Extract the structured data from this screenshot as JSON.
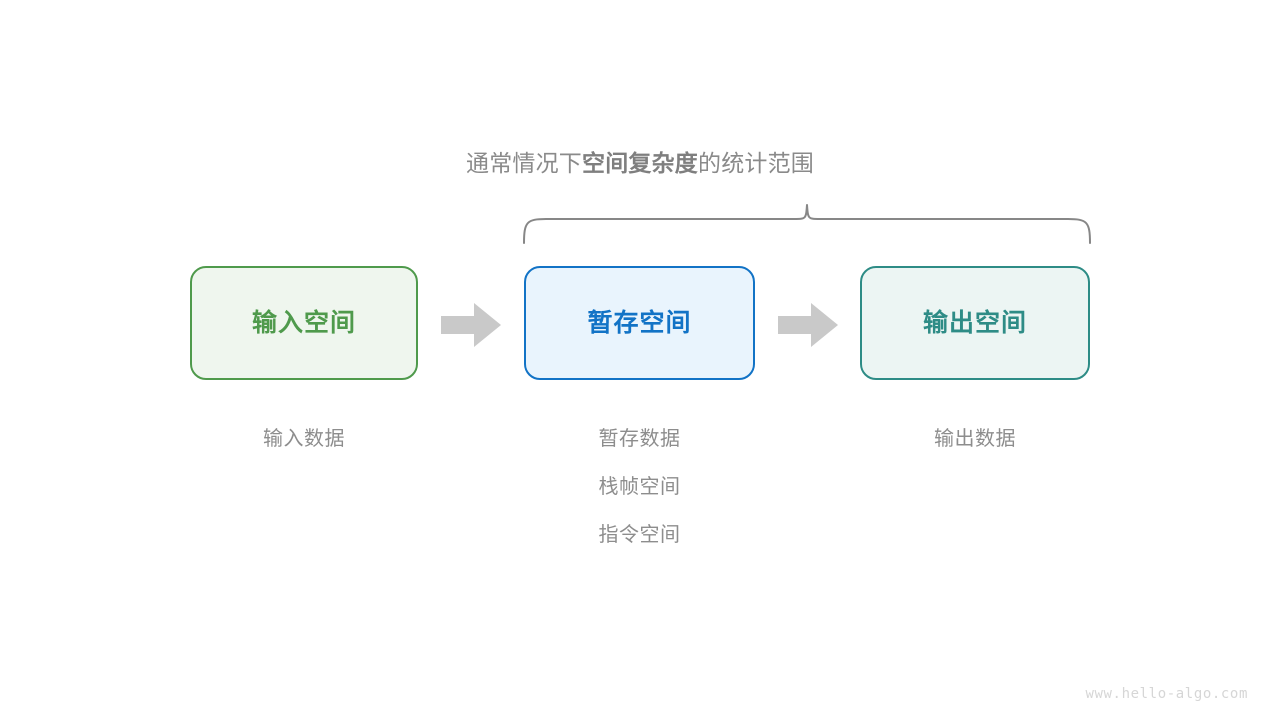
{
  "page": {
    "background": "#ffffff",
    "watermark": "www.hello-algo.com"
  },
  "scope_title": {
    "lead": "通常情况下",
    "emphasis": "空间复杂度",
    "tail": "的统计范围",
    "color": "#8a8a8a"
  },
  "brace": {
    "color": "#878787",
    "spans": [
      "暂存空间",
      "输出空间"
    ]
  },
  "flow": {
    "arrow_color": "#c9c9c9",
    "arrow_1_name": "input-to-buffer",
    "arrow_2_name": "buffer-to-output",
    "stages": [
      {
        "key": "input",
        "title": "输入空间",
        "accent": "#4f9a4c",
        "fill": "#eff6ee",
        "captions": [
          "输入数据"
        ]
      },
      {
        "key": "buffer",
        "title": "暂存空间",
        "accent": "#1273c6",
        "fill": "#e9f4fd",
        "captions": [
          "暂存数据",
          "栈帧空间",
          "指令空间"
        ]
      },
      {
        "key": "output",
        "title": "输出空间",
        "accent": "#2e8c86",
        "fill": "#ecf5f3",
        "captions": [
          "输出数据"
        ]
      }
    ]
  }
}
